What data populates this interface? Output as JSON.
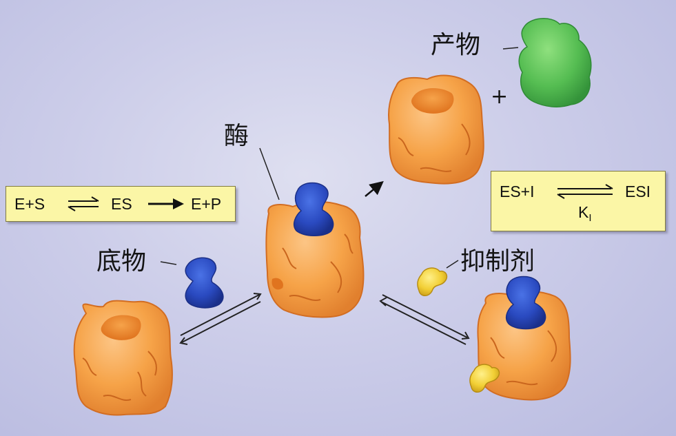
{
  "labels": {
    "enzyme": "酶",
    "substrate": "底物",
    "product": "产物",
    "inhibitor": "抑制剂",
    "plus": "+"
  },
  "equation_left": {
    "e_plus_s": "E+S",
    "es": "ES",
    "e_plus_p": "E+P"
  },
  "equation_right": {
    "es_plus_i": "ES+I",
    "esi": "ESI",
    "k": "K",
    "k_sub": "I"
  },
  "colors": {
    "enzyme": "#f6a348",
    "enzyme_dark": "#d8762a",
    "active_site": "#f08a2c",
    "substrate": "#2f52c6",
    "product": "#5ec25a",
    "inhibitor": "#f2cf35",
    "box_fill": "#fbf6a6",
    "box_border": "#7f7a40"
  }
}
